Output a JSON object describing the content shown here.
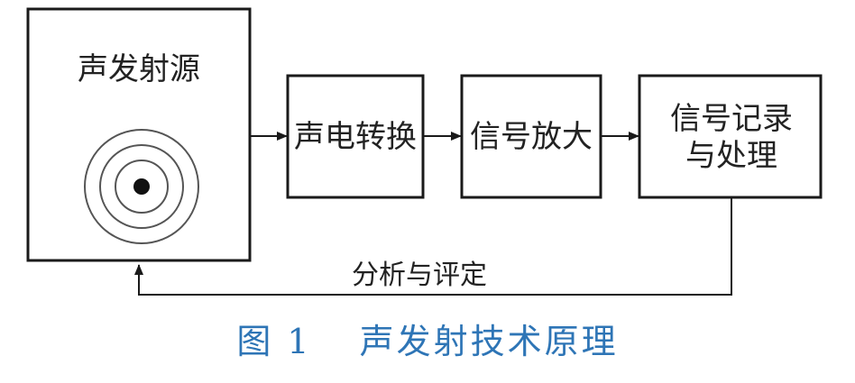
{
  "diagram": {
    "source_box": {
      "label": "声发射源"
    },
    "stages": [
      {
        "label": "声电转换"
      },
      {
        "label": "信号放大"
      },
      {
        "label_line1": "信号记录",
        "label_line2": "与处理"
      }
    ],
    "feedback_label": "分析与评定"
  },
  "caption": {
    "number": "图 1",
    "title": "声发射技术原理"
  },
  "colors": {
    "line": "#1a1a1a",
    "text": "#222222",
    "caption": "#2e75b6"
  }
}
